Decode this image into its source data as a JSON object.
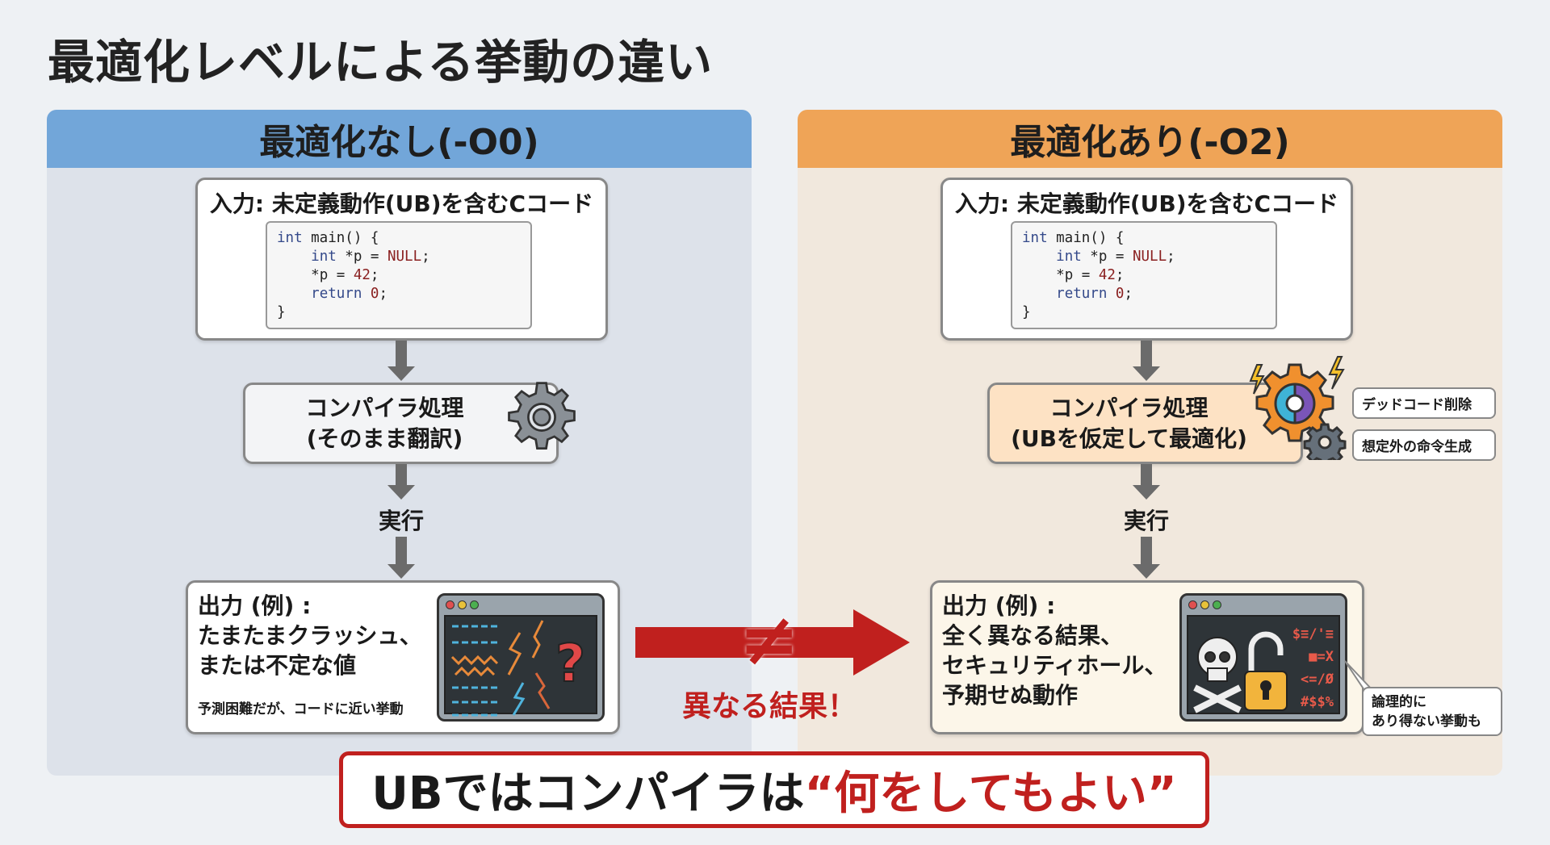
{
  "title": "最適化レベルによる挙動の違い",
  "left": {
    "header": "最適化なし(-O0)",
    "input_title": "入力: 未定義動作(UB)を含むCコード",
    "compiler_line1": "コンパイラ処理",
    "compiler_line2": "(そのまま翻訳)",
    "exec": "実行",
    "output_label": "出力 (例) :",
    "output_line1": "たまたまクラッシュ、",
    "output_line2": "または不定な値",
    "note": "予測困難だが、コードに近い挙動"
  },
  "right": {
    "header": "最適化あり(-O2)",
    "input_title": "入力: 未定義動作(UB)を含むCコード",
    "compiler_line1": "コンパイラ処理",
    "compiler_line2": "(UBを仮定して最適化)",
    "bubble1": "デッドコード削除",
    "bubble2": "想定外の命令生成",
    "exec": "実行",
    "output_label": "出力 (例) :",
    "output_line1": "全く異なる結果、",
    "output_line2": "セキュリティホール、",
    "output_line3": "予期せぬ動作",
    "bubble3_line1": "論理的に",
    "bubble3_line2": "あり得ない挙動も",
    "garbage": [
      "$≡/'≡",
      "■=X",
      "<=/Ø",
      "#$$%"
    ]
  },
  "code": {
    "l1a": "int",
    "l1b": " main() {",
    "l2a": "int",
    "l2b": " *p = ",
    "l2c": "NULL",
    "l2d": ";",
    "l3a": "*p = ",
    "l3b": "42",
    "l3c": ";",
    "l4a": "return",
    "l4b": " ",
    "l4c": "0",
    "l4d": ";",
    "l5": "}"
  },
  "middle": {
    "neq": "≠",
    "label": "異なる結果！"
  },
  "banner": {
    "prefix": "UBではコンパイラは",
    "quote": "“何をしてもよい”"
  },
  "colors": {
    "blue_header": "#72a6d9",
    "orange_header": "#efa457",
    "red": "#c0201e"
  }
}
